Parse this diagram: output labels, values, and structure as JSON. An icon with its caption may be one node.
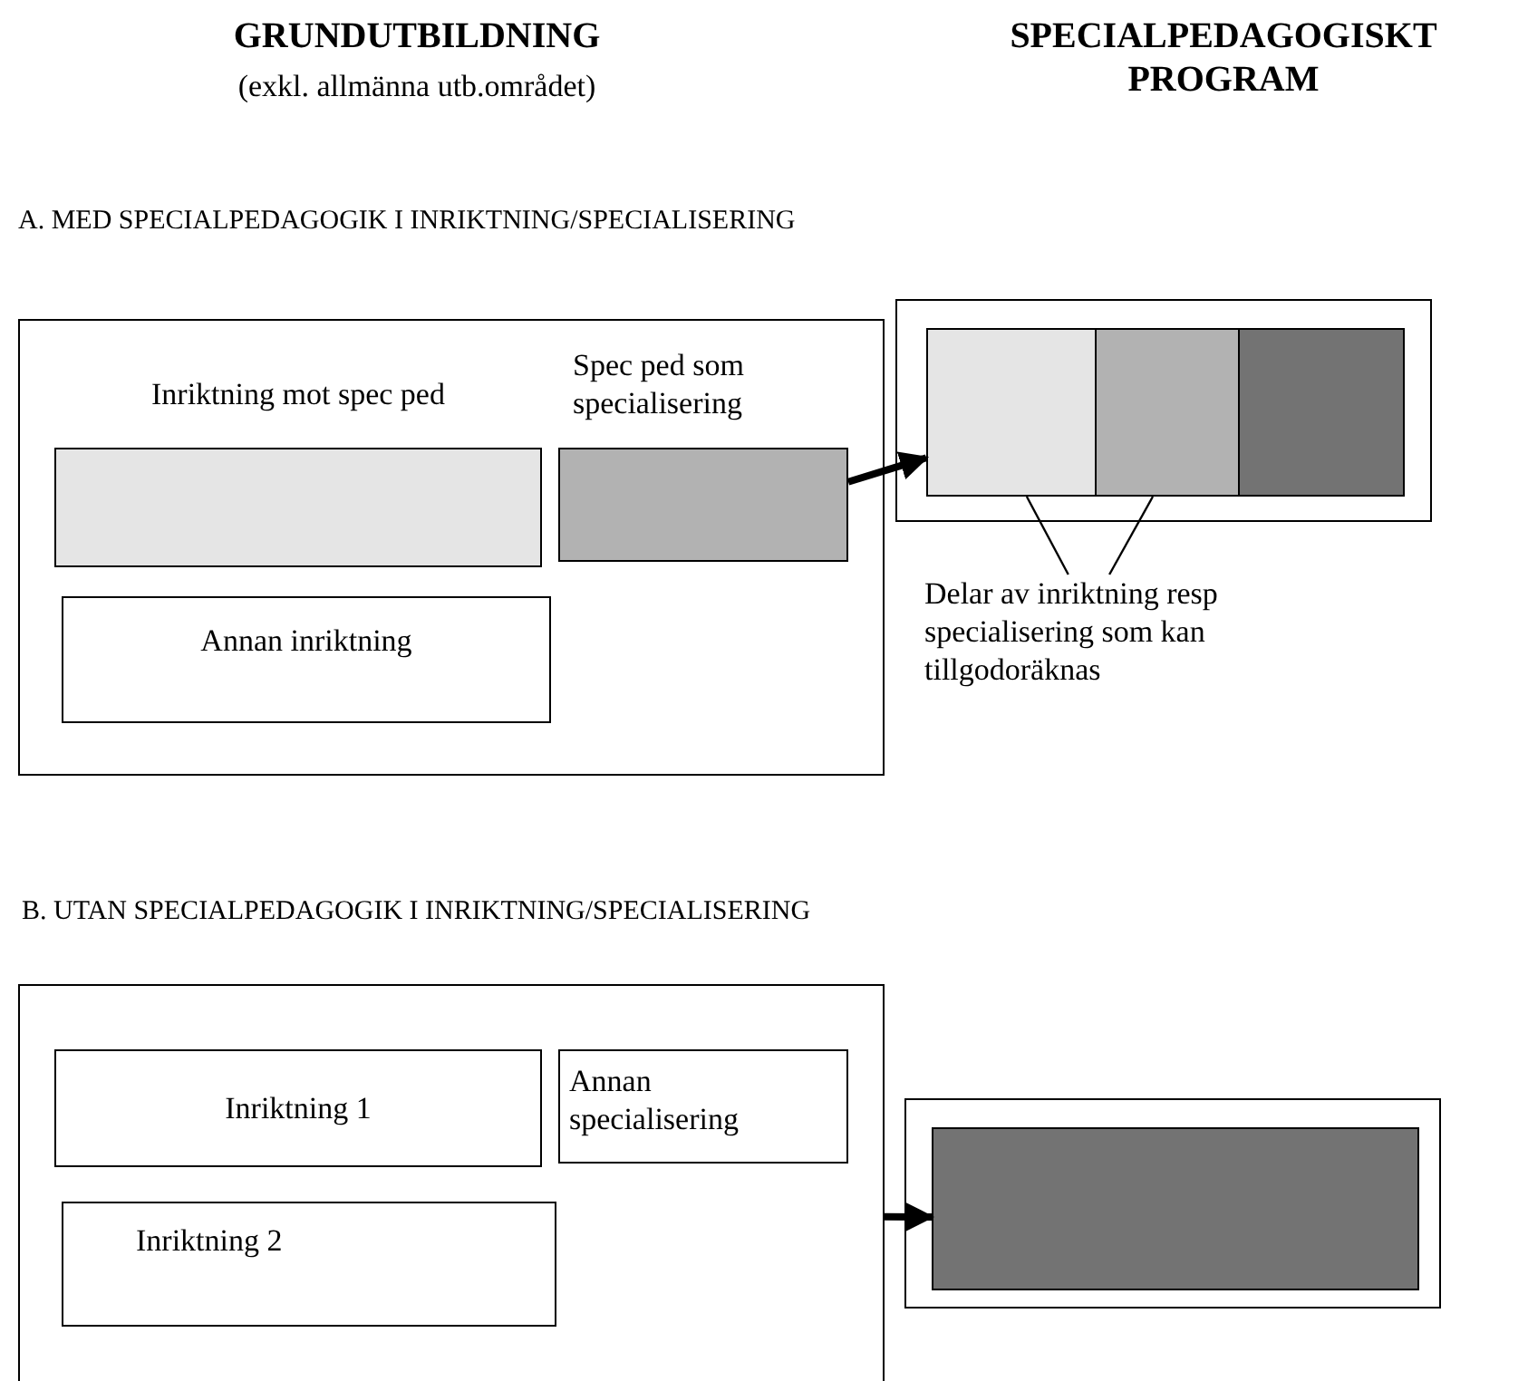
{
  "diagram": {
    "nodes": [
      {
        "text": [],
        "shape": "box"
      },
      {
        "text": [
          "Inriktning mot spec ped"
        ],
        "in": 0
      },
      {
        "text": [
          "Spec ped som specialisering"
        ],
        "in": 0
      },
      {
        "text": [
          "Annan inriktning"
        ],
        "in": 0
      },
      {
        "text": [],
        "shape": "box"
      },
      {
        "text": [],
        "shape": "box",
        "in": 4
      },
      {
        "text": [],
        "shape": "box",
        "in": 4
      },
      {
        "text": [],
        "shape": "box",
        "in": 4
      },
      {
        "text": [
          "Delar av inriktning resp specialisering som kan tillgodoräknas"
        ]
      },
      {
        "text": [],
        "shape": "box"
      },
      {
        "text": [
          "Inriktning 1"
        ],
        "in": 9
      },
      {
        "text": [
          "Annan specialisering"
        ],
        "in": 9
      },
      {
        "text": [
          "Inriktning 2"
        ],
        "in": 9
      },
      {
        "text": [],
        "shape": "box"
      },
      {
        "text": [],
        "shape": "box",
        "in": 13
      }
    ],
    "edges": [
      {
        "from": 2,
        "to": 5,
        "arrow": "to",
        "style": "thick"
      },
      {
        "from": 8,
        "to": 5,
        "arrow": "none"
      },
      {
        "from": 8,
        "to": 6,
        "arrow": "none"
      },
      {
        "from": 9,
        "to": 14,
        "arrow": "to",
        "style": "thick"
      }
    ],
    "labels": [
      "GRUNDUTBILDNING",
      "(exkl. allmänna utb.området)",
      "SPECIALPEDAGOGISKT PROGRAM",
      "A. MED SPECIALPEDAGOGIK I INRIKTNING/SPECIALISERING",
      "B. UTAN SPECIALPEDAGOGIK I INRIKTNING/SPECIALISERING"
    ]
  }
}
